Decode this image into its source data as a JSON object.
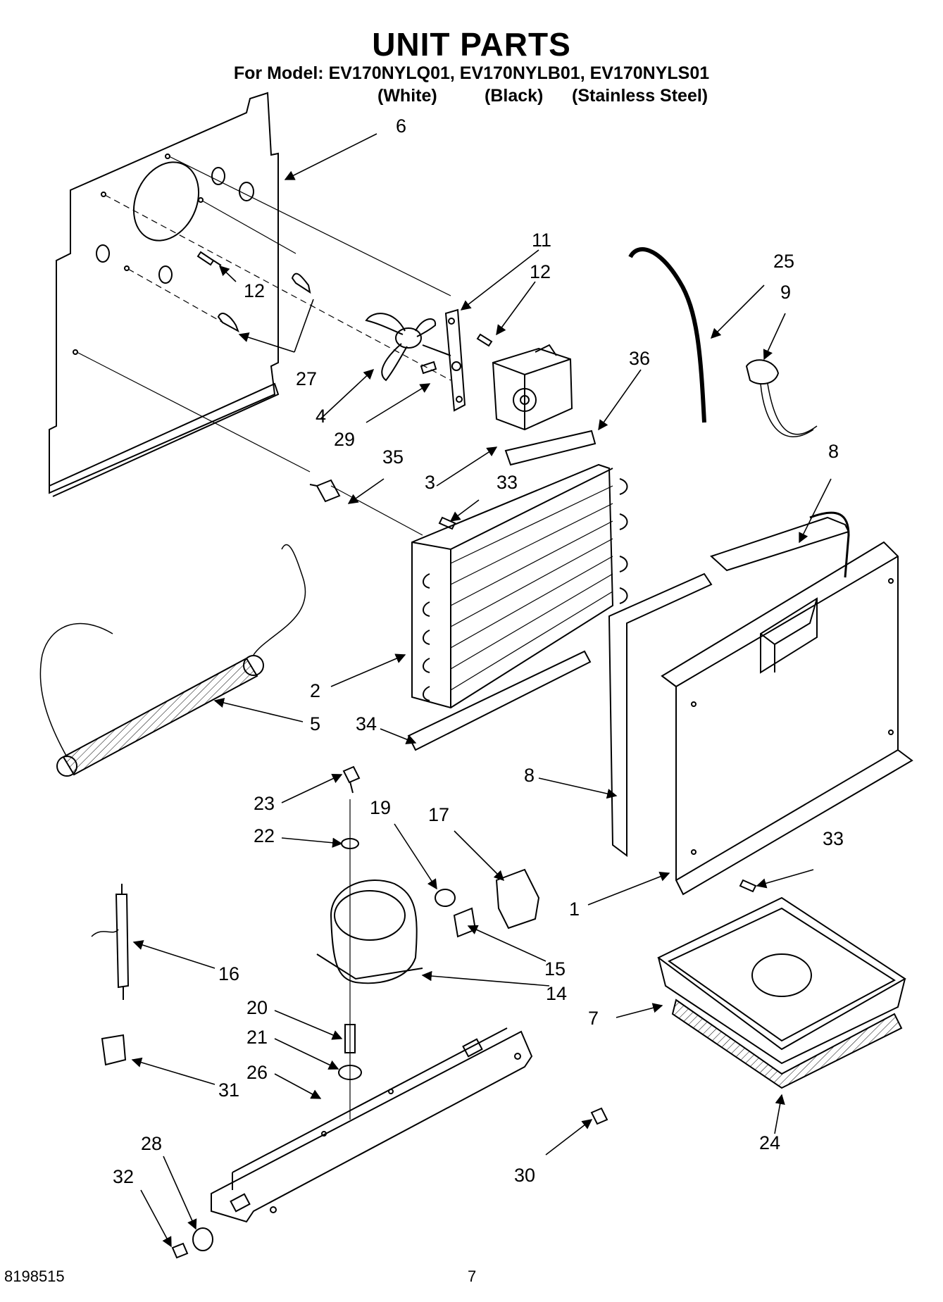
{
  "header": {
    "title": "UNIT PARTS",
    "model_line": "For Model: EV170NYLQ01, EV170NYLB01, EV170NYLS01",
    "variants": [
      "(White)",
      "(Black)",
      "(Stainless Steel)"
    ]
  },
  "callouts": {
    "c6": "6",
    "c11": "11",
    "c12a": "12",
    "c12b": "12",
    "c25": "25",
    "c9": "9",
    "c36": "36",
    "c27": "27",
    "c4": "4",
    "c29": "29",
    "c3": "3",
    "c33a": "33",
    "c35": "35",
    "c8a": "8",
    "c2": "2",
    "c5": "5",
    "c34": "34",
    "c8b": "8",
    "c23": "23",
    "c19": "19",
    "c17": "17",
    "c22": "22",
    "c33b": "33",
    "c1": "1",
    "c15": "15",
    "c16": "16",
    "c14": "14",
    "c20": "20",
    "c7": "7",
    "c21": "21",
    "c26": "26",
    "c31": "31",
    "c24": "24",
    "c28": "28",
    "c32": "32",
    "c30": "30"
  },
  "footer": {
    "doc_number": "8198515",
    "page_number": "7"
  }
}
